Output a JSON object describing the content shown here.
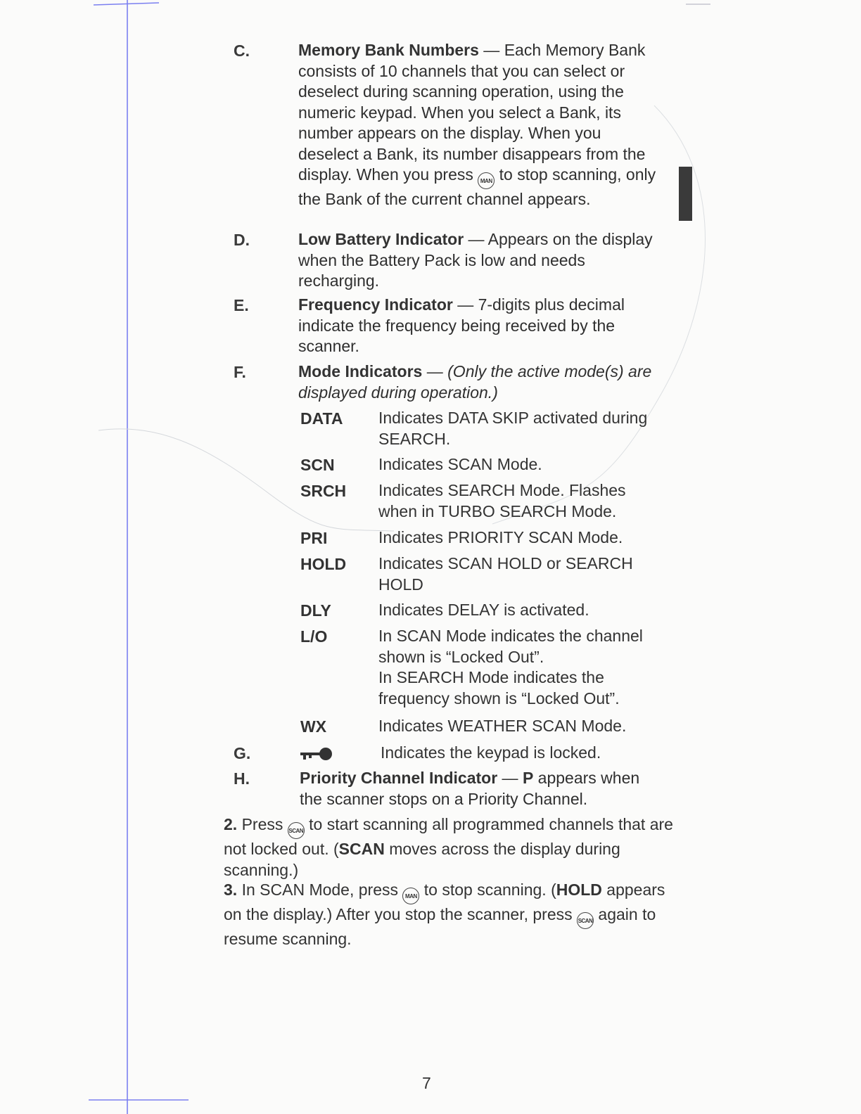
{
  "items": {
    "c": {
      "letter": "C.",
      "heading": "Memory Bank Numbers",
      "text_pre": " — Each Memory Bank consists of 10 channels that you can select or deselect during scanning operation, using the numeric keypad. When you select a Bank, its number appears on the display. When you deselect a Bank, its number disappears from the display. When you press ",
      "button": "MAN",
      "text_post": " to stop scanning, only the Bank of the current channel appears."
    },
    "d": {
      "letter": "D.",
      "heading": "Low Battery Indicator",
      "text": " — Appears on the display when the Battery Pack is low and needs recharging."
    },
    "e": {
      "letter": "E.",
      "heading": "Frequency Indicator",
      "text": " — 7-digits plus decimal indicate the frequency being received by the scanner."
    },
    "f": {
      "letter": "F.",
      "heading": "Mode Indicators",
      "dash": " — ",
      "note": "(Only the active mode(s) are displayed during operation.)"
    },
    "modes": [
      {
        "abbr": "DATA",
        "desc": "Indicates DATA SKIP activated during SEARCH."
      },
      {
        "abbr": "SCN",
        "desc": "Indicates SCAN Mode."
      },
      {
        "abbr": "SRCH",
        "desc": "Indicates SEARCH Mode. Flashes when in TURBO SEARCH Mode."
      },
      {
        "abbr": "PRI",
        "desc": "Indicates PRIORITY SCAN Mode."
      },
      {
        "abbr": "HOLD",
        "desc": "Indicates SCAN HOLD or SEARCH HOLD"
      },
      {
        "abbr": "DLY",
        "desc": "Indicates DELAY is activated."
      },
      {
        "abbr": "L/O",
        "desc": "In SCAN Mode indicates the channel shown is “Locked Out”.",
        "desc2": "In SEARCH Mode indicates the frequency shown is “Locked Out”."
      },
      {
        "abbr": "WX",
        "desc": "Indicates WEATHER SCAN Mode."
      }
    ],
    "g": {
      "letter": "G.",
      "icon": "key-icon",
      "desc": "Indicates the keypad is locked."
    },
    "h": {
      "letter": "H.",
      "heading": "Priority Channel Indicator",
      "dash": " — ",
      "bold_p": "P",
      "text": " appears when the scanner stops on a Priority Channel."
    }
  },
  "steps": {
    "s2": {
      "num": "2.",
      "pre": " Press ",
      "button": "SCAN",
      "post": " to start scanning all programmed channels that are not locked out. (",
      "bold": "SCAN",
      "tail": " moves across the display during scanning.)"
    },
    "s3": {
      "num": "3.",
      "pre": " In SCAN Mode, press ",
      "button": "MAN",
      "mid": " to stop scanning. (",
      "bold": "HOLD",
      "post": " appears on the display.) After you stop the scanner, press ",
      "button2": "SCAN",
      "tail": " again to resume scanning."
    }
  },
  "page_number": "7"
}
